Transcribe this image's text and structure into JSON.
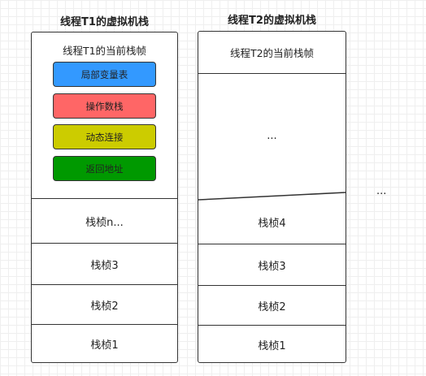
{
  "thread1": {
    "title": "线程T1的虚拟机栈",
    "current_frame": {
      "label": "线程T1的当前栈帧",
      "parts": [
        {
          "label": "局部变量表",
          "color": "#3399ff"
        },
        {
          "label": "操作数栈",
          "color": "#ff6666"
        },
        {
          "label": "动态连接",
          "color": "#cccc00"
        },
        {
          "label": "返回地址",
          "color": "#009900"
        }
      ]
    },
    "frames": [
      "栈桢n...",
      "栈桢3",
      "栈桢2",
      "栈桢1"
    ]
  },
  "thread2": {
    "title": "线程T2的虚拟机栈",
    "current_frame_label": "线程T2的当前栈帧",
    "middle": "...",
    "frames": [
      "栈桢4",
      "栈桢3",
      "栈桢2",
      "栈桢1"
    ]
  },
  "side_ellipsis": "..."
}
